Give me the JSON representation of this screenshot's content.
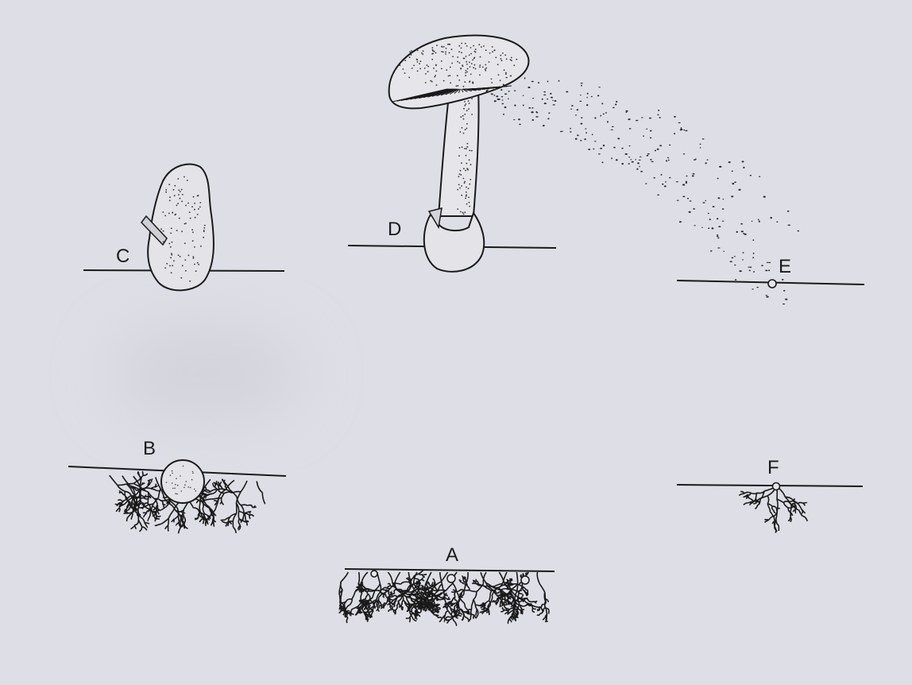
{
  "diagram": {
    "colors": {
      "paper": "#dedfe6",
      "ink": "#1a1a1a",
      "cap": "#e6e6ea"
    },
    "stages": [
      {
        "id": "A",
        "label": "A",
        "icon": "mycelium-network-icon"
      },
      {
        "id": "B",
        "label": "B",
        "icon": "button-stage-icon"
      },
      {
        "id": "C",
        "label": "C",
        "icon": "egg-stage-icon"
      },
      {
        "id": "D",
        "label": "D",
        "icon": "mature-mushroom-icon"
      },
      {
        "id": "E",
        "label": "E",
        "icon": "spore-icon"
      },
      {
        "id": "F",
        "label": "F",
        "icon": "germinating-spore-icon"
      }
    ]
  }
}
